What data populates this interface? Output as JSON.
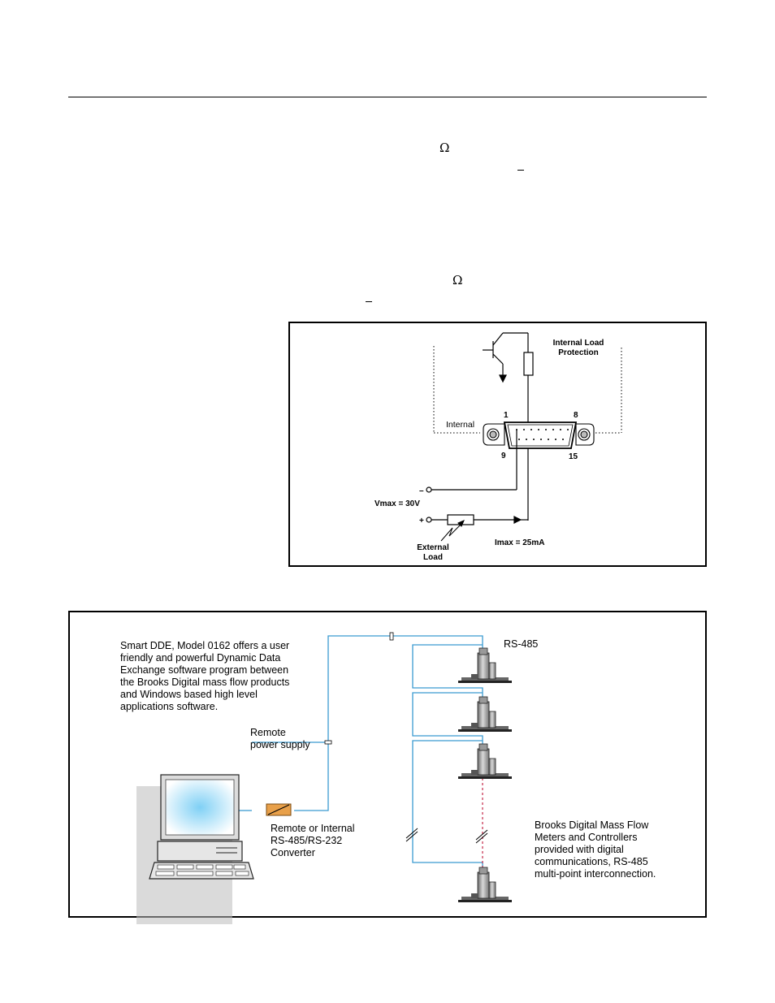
{
  "page": {
    "symbols": {
      "ohm_1": "Ω",
      "ohm_2": "Ω"
    }
  },
  "figure_1": {
    "internal_load_protection": [
      "Internal Load",
      "Protection"
    ],
    "pin_1": "1",
    "pin_8": "8",
    "pin_9": "9",
    "pin_15": "15",
    "internal_label": "Internal",
    "minus_terminal": "–",
    "plus_terminal": "+",
    "vmax": "Vmax = 30V",
    "imax": "Imax = 25mA",
    "external_load": [
      "External",
      "Load"
    ]
  },
  "figure_2": {
    "smart_dde_text": [
      "Smart DDE, Model 0162 offers a user",
      "friendly and powerful Dynamic Data",
      "Exchange software program between",
      "the Brooks Digital mass flow products",
      "and Windows based high level",
      "applications software."
    ],
    "remote_power_supply": [
      "Remote",
      "power supply"
    ],
    "converter_label": [
      "Remote or Internal",
      "RS-485/RS-232",
      "Converter"
    ],
    "rs485_label": "RS-485",
    "brooks_devices_text": [
      "Brooks Digital Mass Flow",
      "Meters and Controllers",
      "provided with digital",
      "communications, RS-485",
      "multi-point interconnection."
    ],
    "colors": {
      "bus_line": "#3b9bd1",
      "dashed_link": "#c4284a",
      "converter_fill": "#e8a04a",
      "screen_glow": "#7fd0f5"
    }
  }
}
